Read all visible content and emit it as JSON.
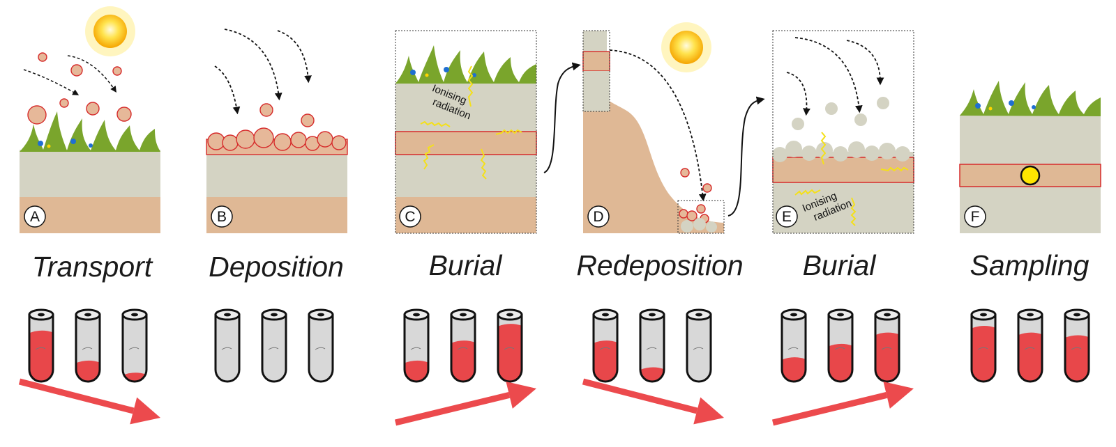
{
  "panels": [
    {
      "letter": "A",
      "title": "Transport",
      "fill_levels": [
        0.75,
        0.3,
        0.12
      ],
      "trend": "down"
    },
    {
      "letter": "B",
      "title": "Deposition",
      "fill_levels": [
        0,
        0,
        0
      ],
      "trend": "none"
    },
    {
      "letter": "C",
      "title": "Burial",
      "fill_levels": [
        0.3,
        0.6,
        0.85
      ],
      "trend": "up"
    },
    {
      "letter": "D",
      "title": "Redeposition",
      "fill_levels": [
        0.6,
        0.2,
        0
      ],
      "trend": "down"
    },
    {
      "letter": "E",
      "title": "Burial",
      "fill_levels": [
        0.35,
        0.55,
        0.72
      ],
      "trend": "up"
    },
    {
      "letter": "F",
      "title": "Sampling",
      "fill_levels": [
        0.82,
        0.72,
        0.68
      ],
      "trend": "none"
    }
  ],
  "radiation_label_line1": "Ionising",
  "radiation_label_line2": "radiation",
  "colors": {
    "soil_grey": "#d4d3c3",
    "soil_tan": "#dfb895",
    "grain": "#e6b899",
    "grain_outline": "#d62b2b",
    "signal_red": "#e8474a",
    "arrow_red": "#ec4a4d",
    "tube_grey": "#d8d8d8",
    "grass_green": "#7aa52c",
    "sun_yellow": "#ffd11a",
    "radiation_yellow": "#f4e01a",
    "sample_dot": "#ffe600"
  },
  "icons": [
    "sun-icon",
    "grass-icon",
    "sediment-grain-icon",
    "ionising-radiation-icon",
    "sample-tube-icon",
    "trend-arrow-icon",
    "sample-point-icon"
  ]
}
